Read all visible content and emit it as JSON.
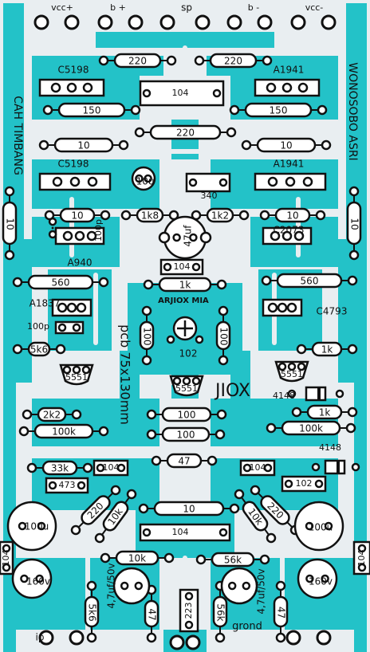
{
  "colors": {
    "copper": "#23c2c8",
    "board": "#e9eef1",
    "silk": "#111111"
  },
  "terminals": {
    "vcc_pos": "vcc+",
    "b_pos": "b +",
    "sp": "sp",
    "b_neg": "b -",
    "vcc_neg": "vcc-",
    "ip": "ip",
    "ground": "grond"
  },
  "board_text": {
    "left_side": "CAH TIMBANG",
    "right_side": "WONOSOBO ASRI",
    "center": "pcb 75x130mm",
    "brand": "ARJIOX MIA",
    "logo": "JIOX"
  },
  "components": {
    "r220_left": "220",
    "r220_right": "220",
    "cap104_top": "104",
    "q_c5198_top": "C5198",
    "q_a1941_top": "A1941",
    "r150_left": "150",
    "r150_right": "150",
    "r220_mid": "220",
    "r10_left_top": "10",
    "r10_right_top": "10",
    "q_c5198_bot": "C5198",
    "q_a1941_bot": "A1941",
    "cap10u": "10u",
    "vr340": "340",
    "r10_side_left": "10",
    "r10_side_right": "10",
    "r10_left_mid": "10",
    "r1k8": "1k8",
    "r1k2": "1k2",
    "r10_right_mid": "10",
    "cap47uf": "47uf",
    "cap100p_top": "100p",
    "q_c2073": "C2073",
    "q_a940": "A940",
    "cap104_mid": "104",
    "r560_left": "560",
    "r560_right": "560",
    "r1k_center": "1k",
    "q_a1837": "A1837",
    "q_c4793": "C4793",
    "cap100p_left": "100p",
    "r100_vert_left": "100",
    "r100_vert_right": "100",
    "trimpot102": "102",
    "r5k6_left": "5k6",
    "r1k_right": "1k",
    "q5551_left": "5551",
    "q5551_right": "5551",
    "q5551_center": "5551",
    "diode4148_top": "4148",
    "r2k2": "2k2",
    "r100_center": "100",
    "r1k_right_low": "1k",
    "r100k_left": "100k",
    "r100_center_low": "100",
    "r100k_right": "100k",
    "diode4148_bot": "4148",
    "r33k": "33k",
    "cap104_left": "104",
    "r47_center": "47",
    "cap104_right": "104",
    "cap473": "473",
    "cap102": "102",
    "r220_diag_left": "220",
    "r10k_diag_left": "10k",
    "r10_low": "10",
    "r10k_diag_right": "10k",
    "r220_diag_right": "220",
    "cap100u_left": "100u",
    "cap104_low": "104",
    "cap100u_right": "100u",
    "cap104_edge_left": "104",
    "cap104_edge_right": "104",
    "r10k_low": "10k",
    "r56k_low": "56k",
    "cap160v_left": "160v",
    "cap47uf50v_left": "4,7uf/50v",
    "cap47uf50v_right": "4,7uf/50v",
    "cap160v_right": "160v",
    "r5k6_bottom": "5k6",
    "r47_bottom_left": "47",
    "cap223": "223",
    "r56k_bottom": "56k",
    "r47_bottom_right": "47"
  }
}
